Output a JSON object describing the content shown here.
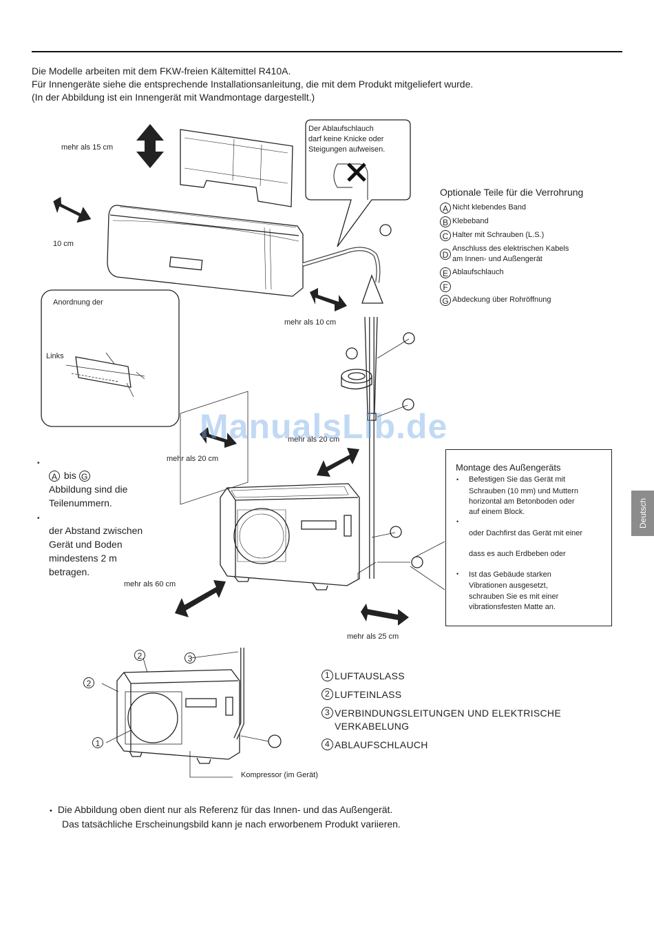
{
  "intro": {
    "line1": "Die Modelle arbeiten mit dem FKW-freien Kältemittel R410A.",
    "line2": "Für Innengeräte siehe die entsprechende Installationsanleitung, die mit dem Produkt mitgeliefert wurde.",
    "line3": "(In der Abbildung ist ein Innengerät mit Wandmontage dargestellt.)"
  },
  "labels": {
    "mehr15": "mehr als 15 cm",
    "cm10": "10 cm",
    "mehr10": "mehr als 10 cm",
    "mehr20a": "mehr als 20 cm",
    "mehr20b": "mehr als 20 cm",
    "mehr60": "mehr als 60 cm",
    "mehr25": "mehr als 25 cm",
    "kompressor": "Kompressor (im Gerät)"
  },
  "drain_note": {
    "line1": "Der Ablaufschlauch",
    "line2": "darf keine Knicke oder",
    "line3": "Steigungen aufweisen."
  },
  "arrangement": {
    "title": "Anordnung der",
    "left": "Links"
  },
  "parts": {
    "title": "Optionale Teile für die Verrohrung",
    "items": [
      {
        "letter": "A",
        "text": "Nicht klebendes Band"
      },
      {
        "letter": "B",
        "text": "Klebeband"
      },
      {
        "letter": "C",
        "text": "Halter mit Schrauben (L.S.)"
      },
      {
        "letter": "D",
        "text": "Anschluss des elektrischen Kabels",
        "text2": "am Innen- und Außengerät"
      },
      {
        "letter": "E",
        "text": "Ablaufschlauch"
      },
      {
        "letter": "F",
        "text": ""
      },
      {
        "letter": "G",
        "text": "Abdeckung über Rohröffnung"
      }
    ]
  },
  "notes": {
    "bullet": "•",
    "a": "A",
    "bis": "bis",
    "g": "G",
    "line2": "Abbildung sind die",
    "line3": "Teilenummern.",
    "line4": "der Abstand zwischen",
    "line5": "Gerät und Boden",
    "line6": "mindestens 2 m",
    "line7": "betragen."
  },
  "outdoor_mount": {
    "title": "Montage des Außengeräts",
    "l1": "Befestigen Sie das Gerät mit",
    "l2": "Schrauben (10 mm) und Muttern",
    "l3": "horizontal am Betonboden oder",
    "l4": "auf einem Block.",
    "l5": "oder Dachfirst das Gerät mit einer",
    "l6": "dass es auch Erdbeben oder",
    "l7": "Ist das Gebäude starken",
    "l8": "Vibrationen ausgesetzt,",
    "l9": "schrauben Sie es mit einer",
    "l10": "vibrationsfesten Matte an."
  },
  "legend": {
    "items": [
      {
        "num": "1",
        "text": "LUFTAUSLASS"
      },
      {
        "num": "2",
        "text": "LUFTEINLASS"
      },
      {
        "num": "3",
        "text": "VERBINDUNGSLEITUNGEN UND ELEKTRISCHE",
        "text2": "VERKABELUNG"
      },
      {
        "num": "4",
        "text": "ABLAUFSCHLAUCH"
      }
    ]
  },
  "callouts": {
    "c1": "1",
    "c2": "2",
    "c3": "3"
  },
  "footer": {
    "line1": "Die Abbildung oben dient nur als Referenz für das Innen- und das Außengerät.",
    "line2": "Das tatsächliche Erscheinungsbild kann je nach erworbenem Produkt variieren."
  },
  "side_tab": "Deutsch",
  "watermark": "ManualsLib.de"
}
